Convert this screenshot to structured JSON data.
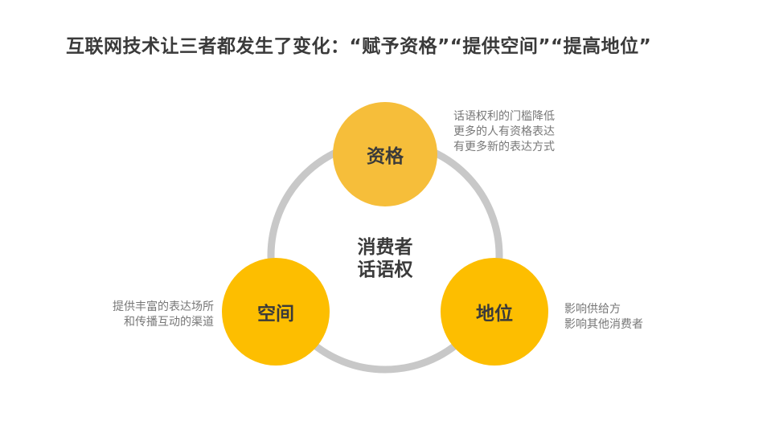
{
  "title": "互联网技术让三者都发生了变化：“赋予资格”“提供空间”“提高地位”",
  "center": {
    "line1": "消费者",
    "line2": "话语权"
  },
  "nodes": {
    "top": {
      "label": "资格",
      "desc": [
        "话语权利的门槛降低",
        "更多的人有资格表达",
        "有更多新的表达方式"
      ]
    },
    "left": {
      "label": "空间",
      "desc": [
        "提供丰富的表达场所",
        "和传播互动的渠道"
      ]
    },
    "right": {
      "label": "地位",
      "desc": [
        "影响供给方",
        "影响其他消费者"
      ]
    }
  },
  "colors": {
    "top_circle": "#F6BE3A",
    "side_circles": "#FDBE00",
    "ring": "#C8C8C8",
    "title_text": "#3a3a3a",
    "desc_text": "#777777"
  }
}
